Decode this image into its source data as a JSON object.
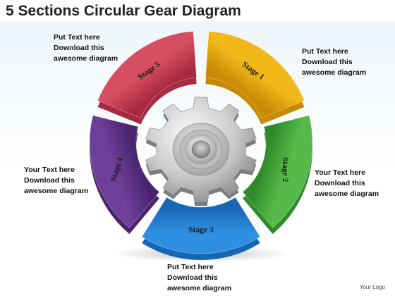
{
  "title": "5 Sections Circular Gear Diagram",
  "stages": [
    {
      "label": "Stage 1",
      "color": "#f2b81a",
      "dark": "#c88a05"
    },
    {
      "label": "Stage 2",
      "color": "#57b94a",
      "dark": "#2f8a2a"
    },
    {
      "label": "Stage 3",
      "color": "#2f8fe0",
      "dark": "#1766b4"
    },
    {
      "label": "Stage 4",
      "color": "#6e3f99",
      "dark": "#4a2470"
    },
    {
      "label": "Stage 5",
      "color": "#d64e62",
      "dark": "#a82a40"
    }
  ],
  "notes": {
    "top_left": [
      "Put Text here",
      "Download this",
      "awesome diagram"
    ],
    "top_right": [
      "Put Text here",
      "Download this",
      "awesome diagram"
    ],
    "mid_left": [
      "Your Text here",
      "Download this",
      "awesome diagram"
    ],
    "mid_right": [
      "Your Text here",
      "Download this",
      "awesome diagram"
    ],
    "bottom": [
      "Put Text here",
      "Download this",
      "awesome diagram"
    ]
  },
  "logo": "Your Logo"
}
